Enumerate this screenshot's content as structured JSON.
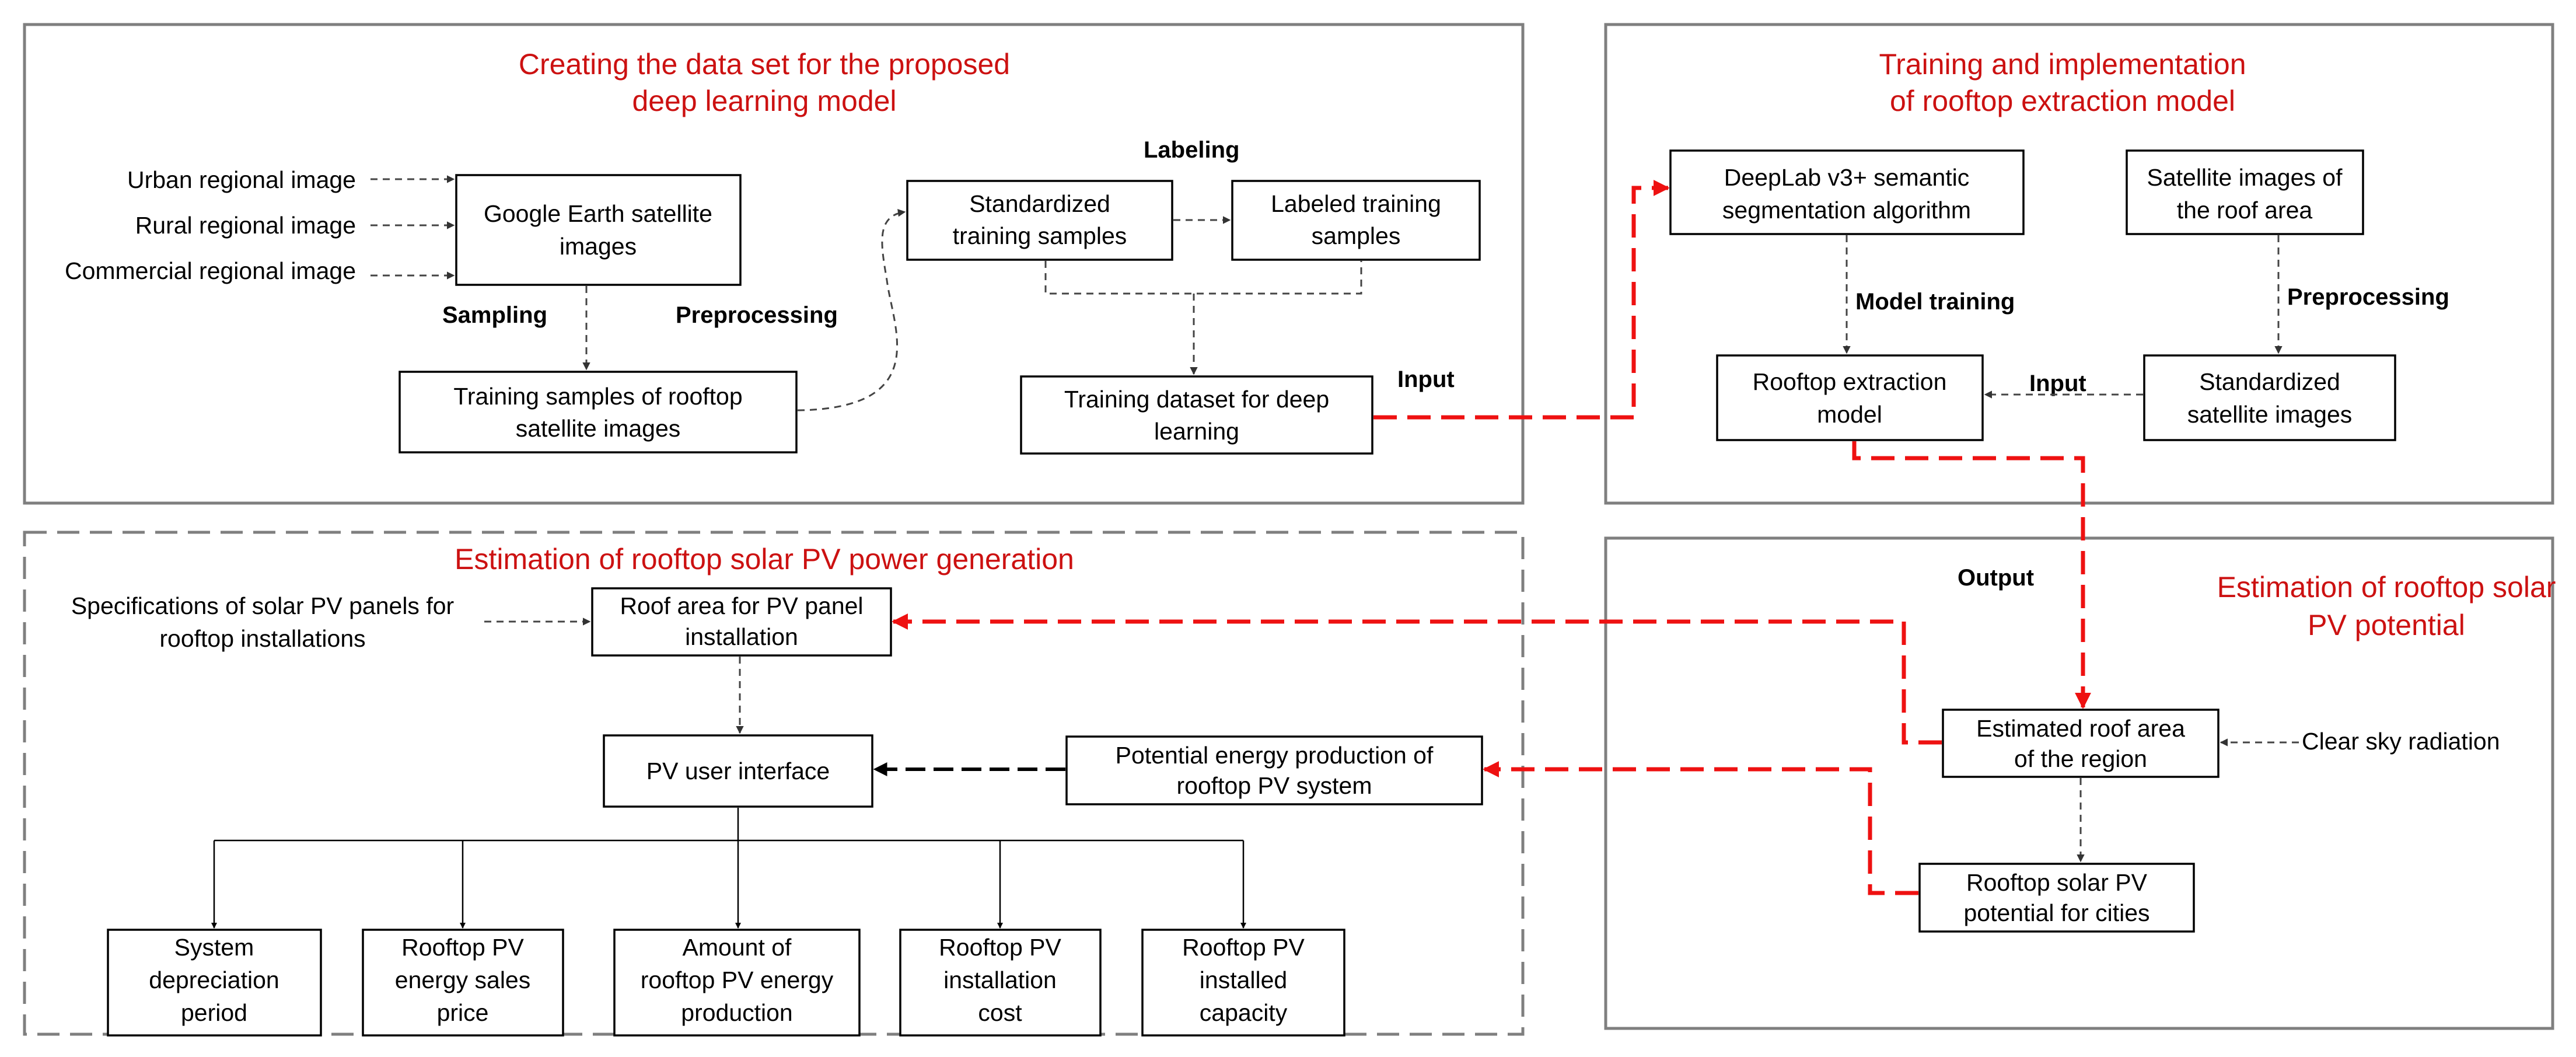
{
  "colors": {
    "section_title": "#cc1111",
    "red_arrow": "#ee1111",
    "frame": "#7f7f7f",
    "box_border": "#000000",
    "text": "#000000",
    "dashed_arrow": "#444444"
  },
  "sections": {
    "dataset": {
      "title_line1": "Creating the data set for the proposed",
      "title_line2": "deep learning model"
    },
    "training": {
      "title_line1": "Training and implementation",
      "title_line2": "of  rooftop extraction model"
    },
    "estimation": {
      "title": "Estimation of rooftop solar PV power generation"
    },
    "potential": {
      "title_line1": "Estimation of rooftop solar",
      "title_line2": "PV potential"
    }
  },
  "inputs": {
    "urban": "Urban regional image",
    "rural": "Rural regional image",
    "commercial": "Commercial regional image",
    "specs_line1": "Specifications of solar PV panels for",
    "specs_line2": "rooftop installations",
    "clear_sky": "Clear sky radiation"
  },
  "boxes": {
    "google_earth": {
      "line1": "Google Earth satellite",
      "line2": "images"
    },
    "training_samples": {
      "line1": "Training samples of rooftop",
      "line2": "satellite images"
    },
    "standardized_training": {
      "line1": "Standardized",
      "line2": "training samples"
    },
    "labeled_training": {
      "line1": "Labeled training",
      "line2": "samples"
    },
    "training_dataset": {
      "line1": "Training dataset for deep",
      "line2": "learning"
    },
    "deeplab": {
      "line1": "DeepLab v3+ semantic",
      "line2": "segmentation algorithm"
    },
    "satellite_roof": {
      "line1": "Satellite images of",
      "line2": "the roof area"
    },
    "rooftop_model": {
      "line1": "Rooftop extraction",
      "line2": "model"
    },
    "standardized_satellite": {
      "line1": "Standardized",
      "line2": "satellite images"
    },
    "roof_area_pv": {
      "line1": "Roof area for PV panel",
      "line2": "installation"
    },
    "pv_ui": {
      "line1": "PV user interface"
    },
    "potential_energy": {
      "line1": "Potential energy production of",
      "line2": "rooftop PV system"
    },
    "estimated_roof": {
      "line1": "Estimated roof area",
      "line2": "of the region"
    },
    "rooftop_potential": {
      "line1": "Rooftop solar PV",
      "line2": "potential for cities"
    },
    "depreciation": {
      "line1": "System",
      "line2": "depreciation",
      "line3": "period"
    },
    "sales_price": {
      "line1": "Rooftop PV",
      "line2": "energy sales",
      "line3": "price"
    },
    "energy_amount": {
      "line1": "Amount of",
      "line2": "rooftop PV energy",
      "line3": "production"
    },
    "install_cost": {
      "line1": "Rooftop PV",
      "line2": "installation",
      "line3": "cost"
    },
    "capacity": {
      "line1": "Rooftop PV",
      "line2": "installed",
      "line3": "capacity"
    }
  },
  "labels": {
    "sampling": "Sampling",
    "preprocessing_left": "Preprocessing",
    "labeling": "Labeling",
    "input_left": "Input",
    "model_training": "Model training",
    "preprocessing_right": "Preprocessing",
    "input_right": "Input",
    "output": "Output"
  }
}
